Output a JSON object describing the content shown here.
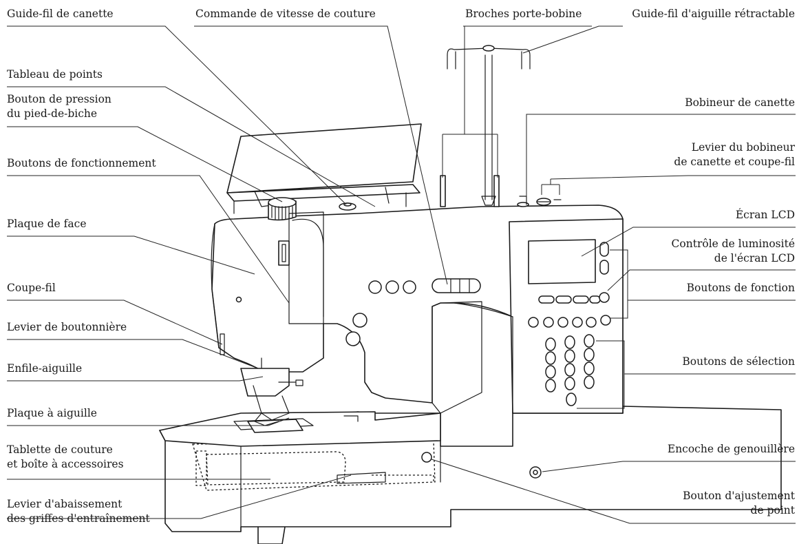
{
  "labels": {
    "left": [
      {
        "id": "guide_fil_canette",
        "lines": [
          "Guide-fil de canette"
        ]
      },
      {
        "id": "tableau_points",
        "lines": [
          "Tableau de points"
        ]
      },
      {
        "id": "bouton_pression",
        "lines": [
          "Bouton de pression",
          "du pied-de-biche"
        ]
      },
      {
        "id": "boutons_fonctionnement",
        "lines": [
          "Boutons de fonctionnement"
        ]
      },
      {
        "id": "plaque_face",
        "lines": [
          "Plaque de face"
        ]
      },
      {
        "id": "coupe_fil",
        "lines": [
          "Coupe-fil"
        ]
      },
      {
        "id": "levier_boutonniere",
        "lines": [
          "Levier de boutonnière"
        ]
      },
      {
        "id": "enfile_aiguille",
        "lines": [
          "Enfile-aiguille"
        ]
      },
      {
        "id": "plaque_aiguille",
        "lines": [
          "Plaque à aiguille"
        ]
      },
      {
        "id": "tablette_couture",
        "lines": [
          "Tablette de couture",
          "et boîte à accessoires"
        ]
      },
      {
        "id": "levier_abaissement",
        "lines": [
          "Levier d'abaissement",
          "des griffes d'entraînement"
        ]
      }
    ],
    "top": [
      {
        "id": "commande_vitesse",
        "lines": [
          "Commande de vitesse de couture"
        ]
      },
      {
        "id": "broches",
        "lines": [
          "Broches porte-bobine"
        ]
      },
      {
        "id": "guide_fil_retractable",
        "lines": [
          "Guide-fil d'aiguille rétractable"
        ]
      }
    ],
    "right": [
      {
        "id": "bobineur",
        "lines": [
          "Bobineur de canette"
        ]
      },
      {
        "id": "levier_bobineur",
        "lines": [
          "Levier du bobineur",
          "de canette et coupe-fil"
        ]
      },
      {
        "id": "ecran_lcd",
        "lines": [
          "Écran LCD"
        ]
      },
      {
        "id": "controle_luminosite",
        "lines": [
          "Contrôle de luminosité",
          "de l'écran LCD"
        ]
      },
      {
        "id": "boutons_fonction",
        "lines": [
          "Boutons de fonction"
        ]
      },
      {
        "id": "boutons_selection",
        "lines": [
          "Boutons de sélection"
        ]
      },
      {
        "id": "encoche_genouillere",
        "lines": [
          "Encoche de genouillère"
        ]
      },
      {
        "id": "bouton_ajustement",
        "lines": [
          "Bouton d'ajustement",
          "de point"
        ]
      }
    ]
  }
}
